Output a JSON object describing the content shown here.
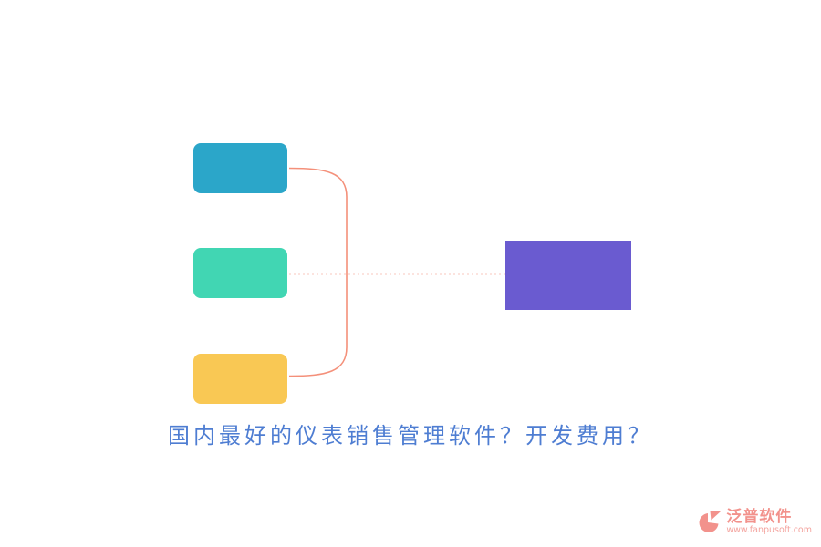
{
  "diagram": {
    "nodes": [
      {
        "id": "branch-top",
        "label": "",
        "color": "#2BA6C9"
      },
      {
        "id": "branch-middle",
        "label": "",
        "color": "#41D6B3"
      },
      {
        "id": "branch-bottom",
        "label": "",
        "color": "#F9C854"
      },
      {
        "id": "result-right",
        "label": "",
        "color": "#6A5BD0"
      }
    ],
    "connector_color": "#F4907A"
  },
  "title": {
    "text": "国内最好的仪表销售管理软件？开发费用？",
    "color": "#4E7DD2"
  },
  "logo": {
    "name": "泛普软件",
    "url": "www.fanpusoft.com",
    "color": "#F2928C"
  }
}
